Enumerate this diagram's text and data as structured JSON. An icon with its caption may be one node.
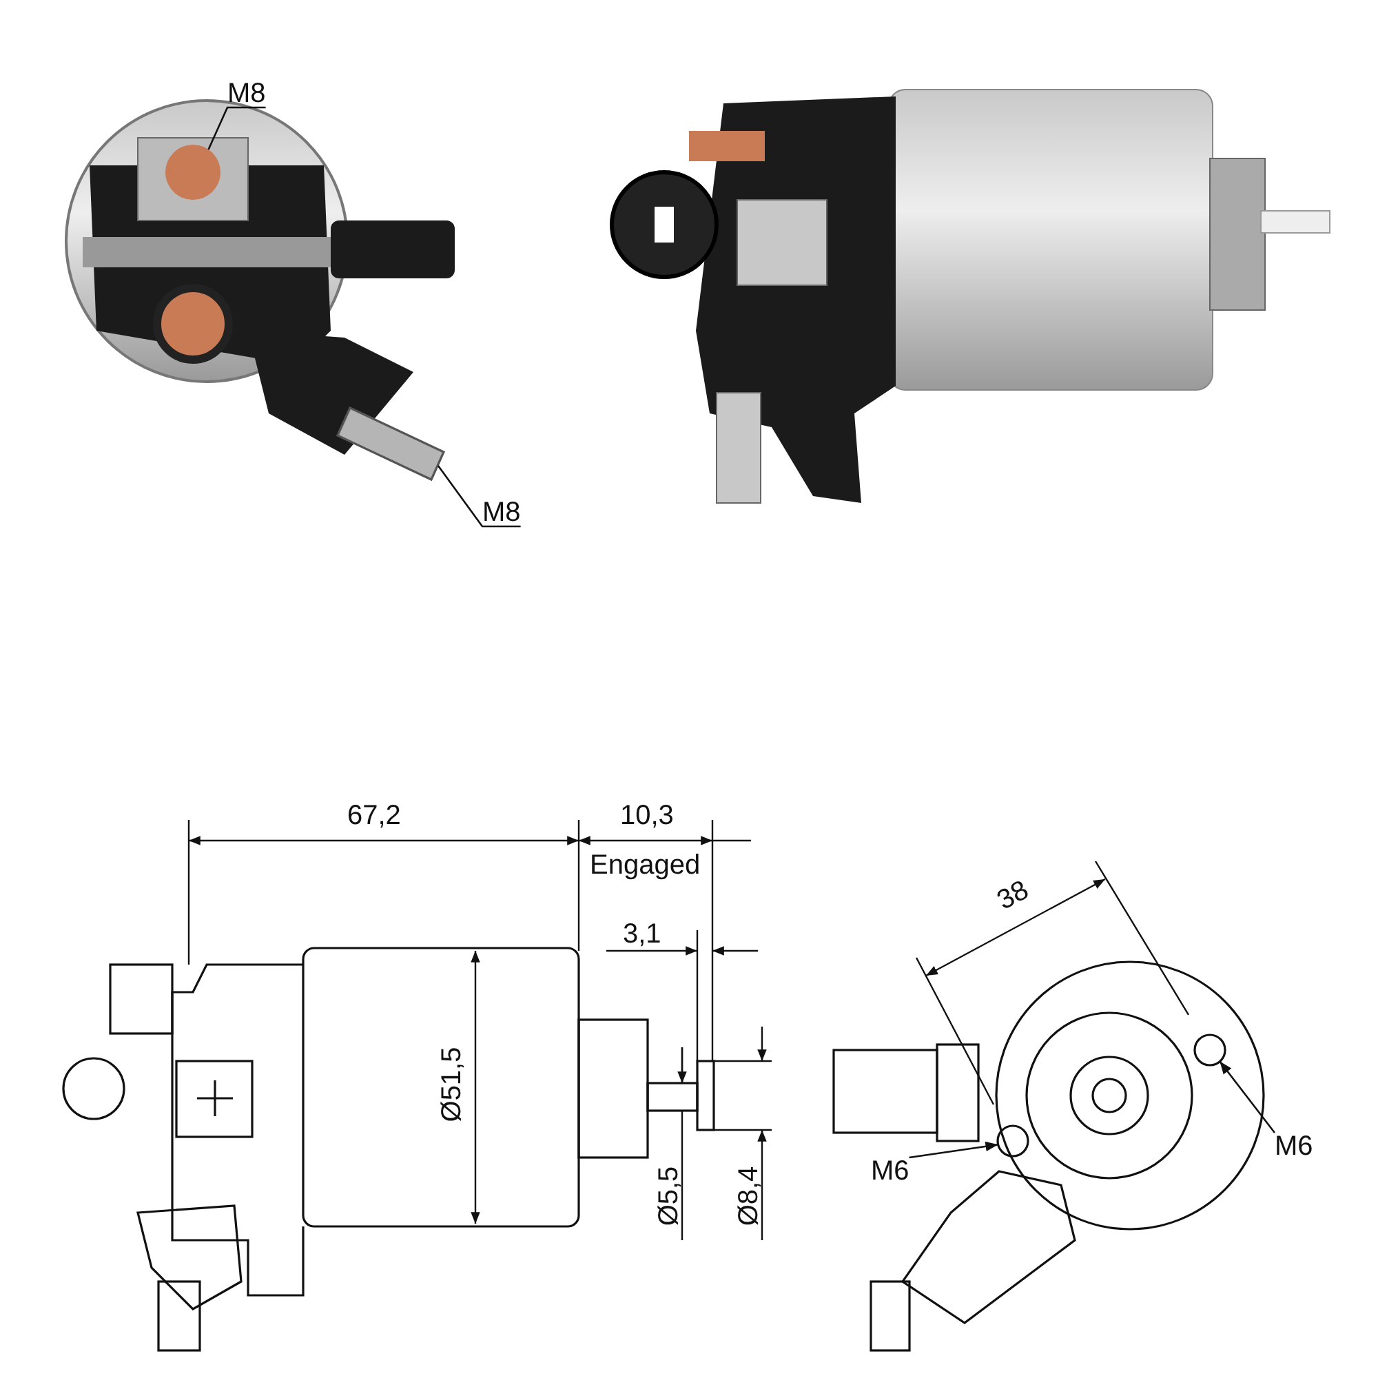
{
  "diagram": {
    "nodes": [
      {
        "text": [
          "M8"
        ]
      },
      {
        "text": [
          "M8"
        ]
      },
      {
        "text": [
          "M6"
        ]
      },
      {
        "text": [
          "M6"
        ]
      },
      {
        "text": [],
        "shape": "circle"
      },
      {
        "text": [],
        "shape": "bar"
      },
      {
        "text": [],
        "shape": "circle"
      },
      {
        "text": [],
        "shape": "circle"
      }
    ],
    "edges": [
      {
        "from": 0,
        "to": 4,
        "arrow": "none"
      },
      {
        "from": 1,
        "to": 5,
        "arrow": "none"
      },
      {
        "from": 2,
        "to": 6,
        "arrow": "to"
      },
      {
        "from": 3,
        "to": 7,
        "arrow": "to"
      }
    ],
    "labels": [
      "67,2",
      "10,3",
      "Engaged",
      "3,1",
      "Ø51,5",
      "Ø5,5",
      "Ø8,4",
      "38"
    ]
  }
}
